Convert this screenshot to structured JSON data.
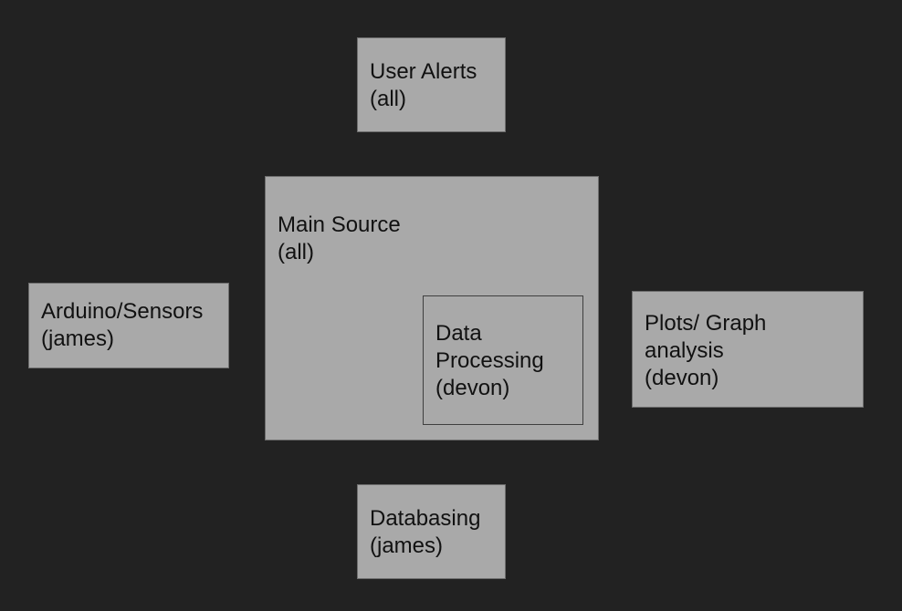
{
  "diagram": {
    "user_alerts": {
      "line1": "User Alerts",
      "line2": "(all)"
    },
    "main_source": {
      "line1": "Main Source",
      "line2": "(all)"
    },
    "data_processing": {
      "line1": "Data",
      "line2": "Processing",
      "line3": "(devon)"
    },
    "arduino_sensors": {
      "line1": "Arduino/Sensors",
      "line2": "(james)"
    },
    "plots_graph": {
      "line1": "Plots/ Graph",
      "line2": "analysis",
      "line3": "(devon)"
    },
    "databasing": {
      "line1": "Databasing",
      "line2": "(james)"
    }
  },
  "colors": {
    "background": "#222222",
    "box_fill": "#a9a9a9",
    "text": "#111111"
  }
}
